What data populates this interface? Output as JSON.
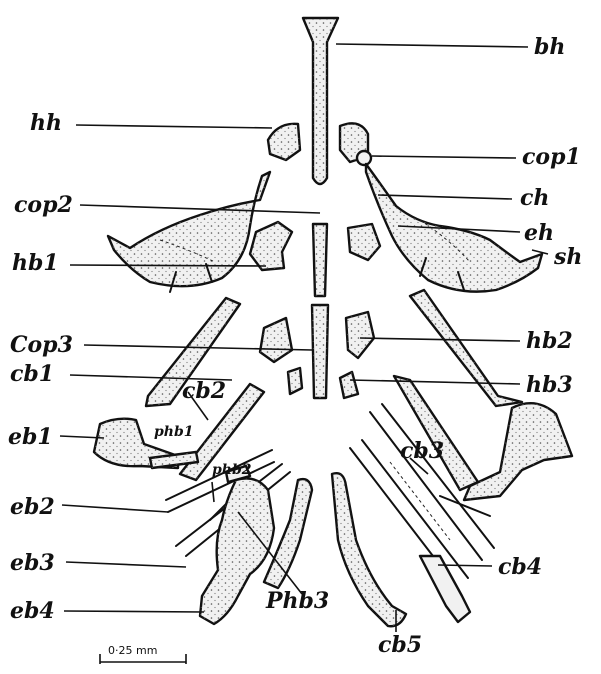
{
  "figure": {
    "labels": {
      "bh": "bh",
      "hh": "hh",
      "cop1": "cop1",
      "cop2": "cop2",
      "ch": "ch",
      "eh": "eh",
      "hb1": "hb1",
      "sh": "sh",
      "cop3": "Cop3",
      "hb2": "hb2",
      "cb1": "cb1",
      "cb2": "cb2",
      "hb3": "hb3",
      "eb1": "eb1",
      "phb1": "phb1",
      "phb2": "phb2",
      "cb3": "cb3",
      "eb2": "eb2",
      "eb3": "eb3",
      "cb4": "cb4",
      "eb4": "eb4",
      "phb3": "Phb3",
      "cb5": "cb5"
    },
    "scale_bar": {
      "label": "0·25 mm"
    }
  }
}
